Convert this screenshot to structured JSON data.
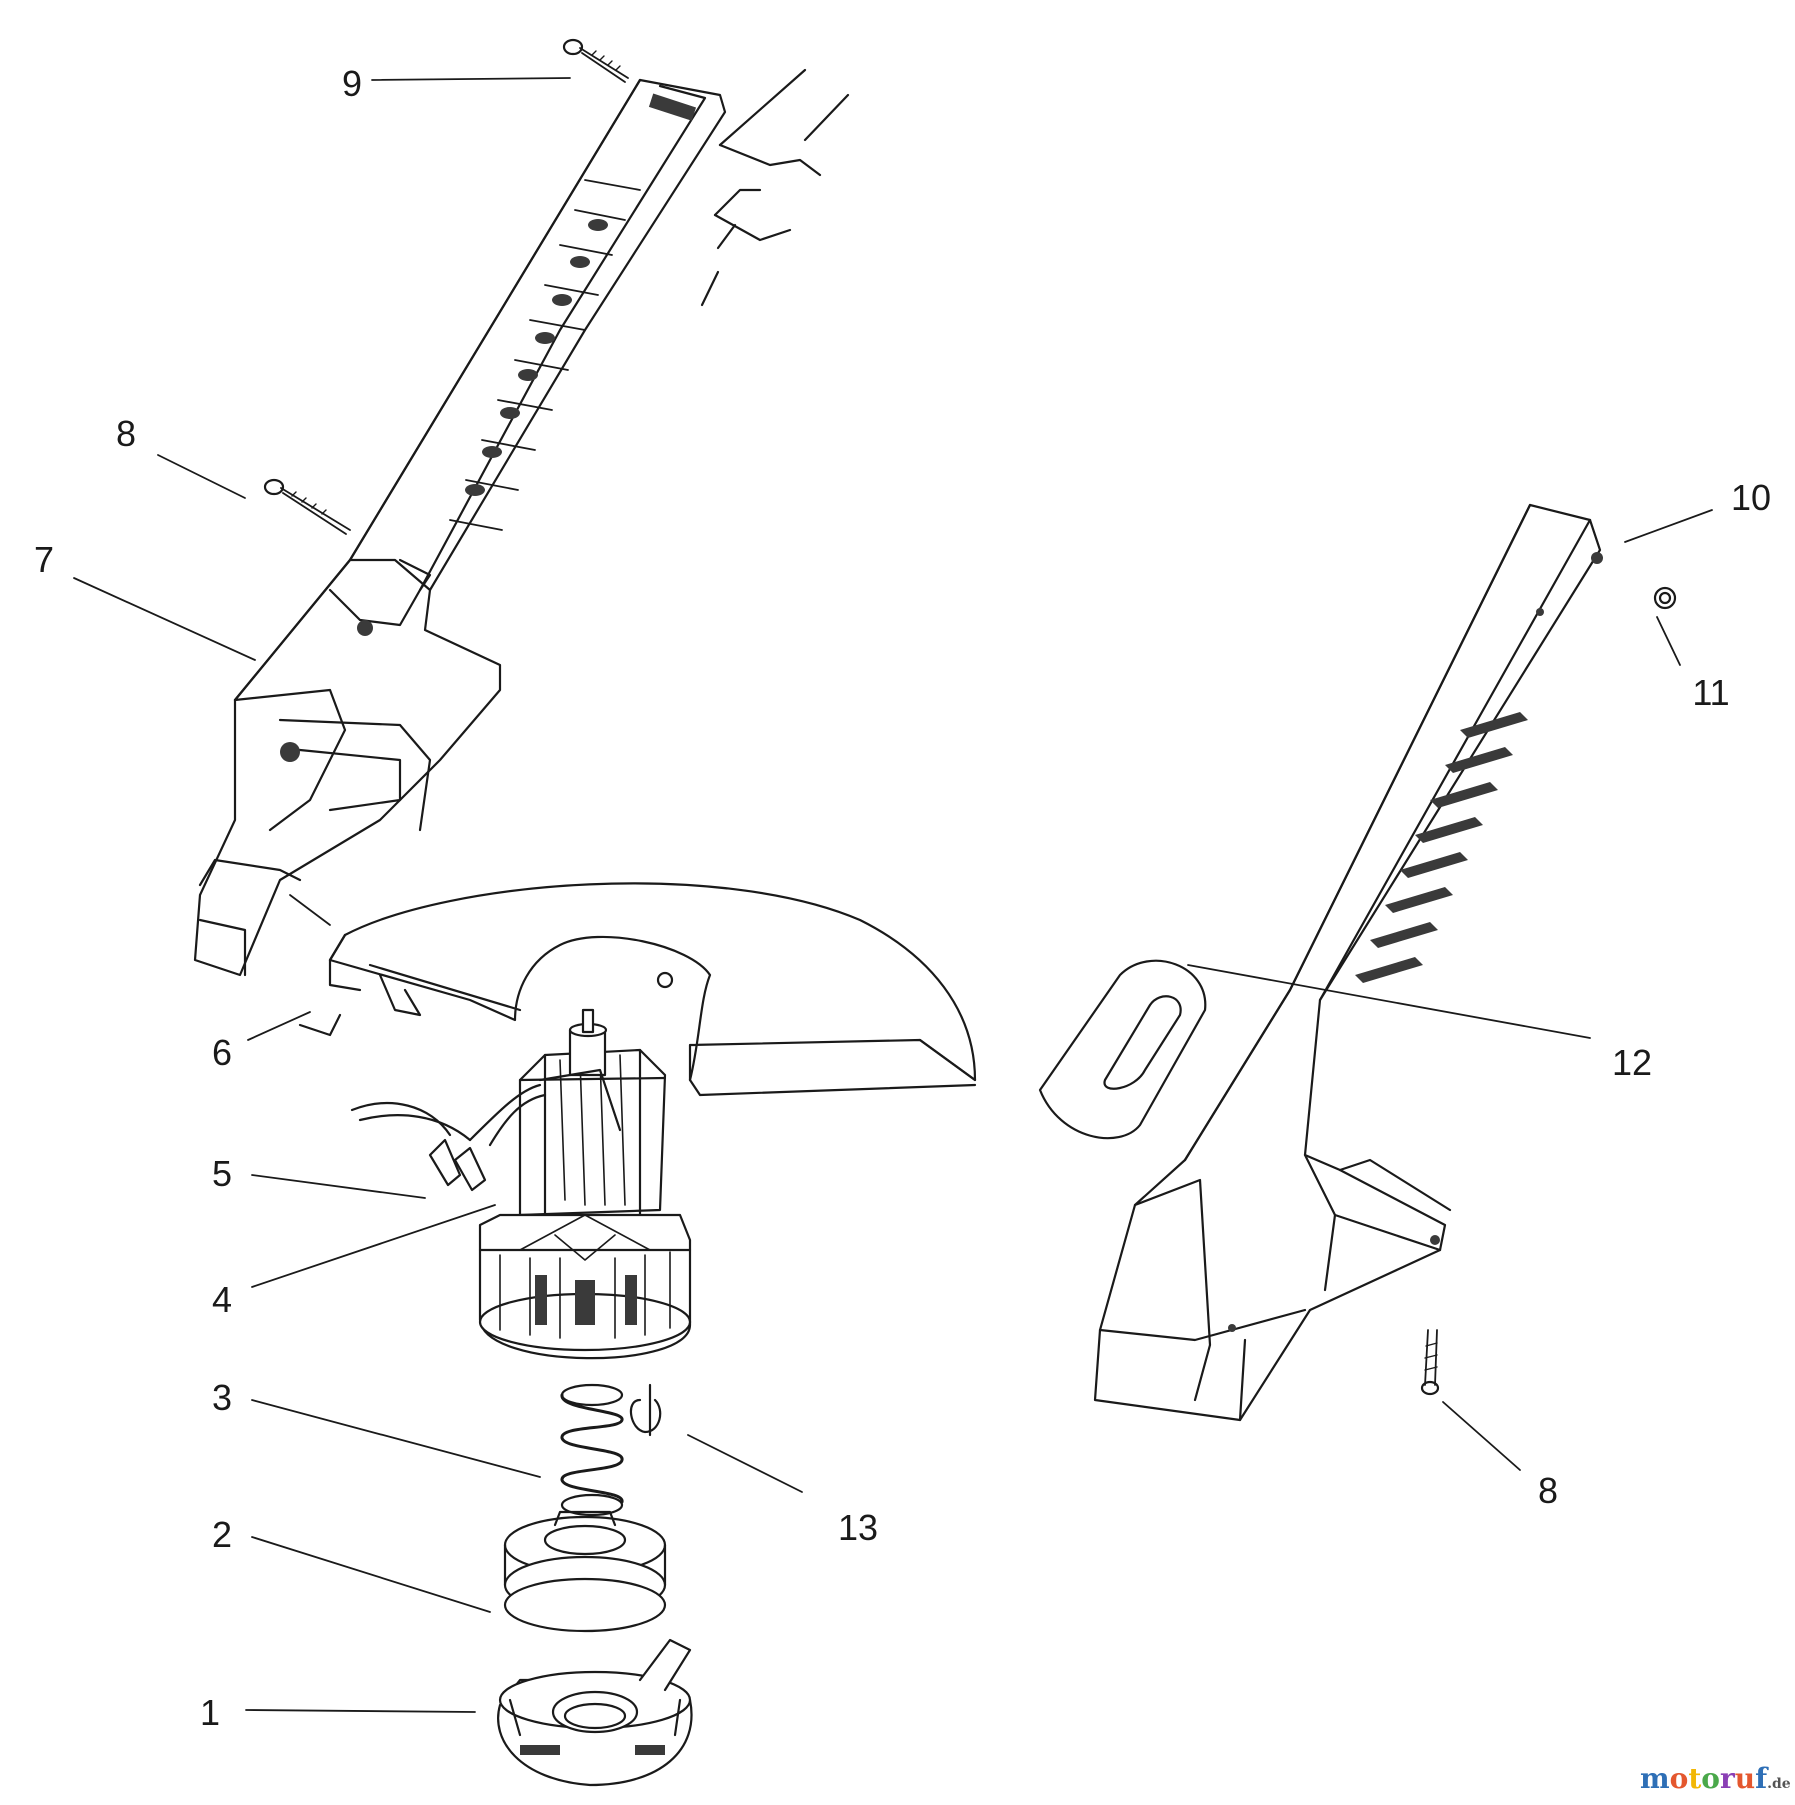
{
  "diagram": {
    "kind": "exploded-parts-view",
    "callouts": [
      {
        "id": "c1",
        "label": "1"
      },
      {
        "id": "c2",
        "label": "2"
      },
      {
        "id": "c3",
        "label": "3"
      },
      {
        "id": "c4",
        "label": "4"
      },
      {
        "id": "c5",
        "label": "5"
      },
      {
        "id": "c6",
        "label": "6"
      },
      {
        "id": "c7",
        "label": "7"
      },
      {
        "id": "c8a",
        "label": "8"
      },
      {
        "id": "c8b",
        "label": "8"
      },
      {
        "id": "c9",
        "label": "9"
      },
      {
        "id": "c10",
        "label": "10"
      },
      {
        "id": "c11",
        "label": "11"
      },
      {
        "id": "c12",
        "label": "12"
      },
      {
        "id": "c13",
        "label": "13"
      }
    ]
  },
  "watermark": {
    "text": "motoruf",
    "suffix": ".de",
    "colors": [
      "#2e6fb6",
      "#e4572e",
      "#f2b705",
      "#4aa84a",
      "#8a3fb5",
      "#e4572e",
      "#2e6fb6"
    ]
  },
  "colors": {
    "line": "#1a1a1a",
    "fill": "#ffffff",
    "shade": "#3a3a3a"
  }
}
